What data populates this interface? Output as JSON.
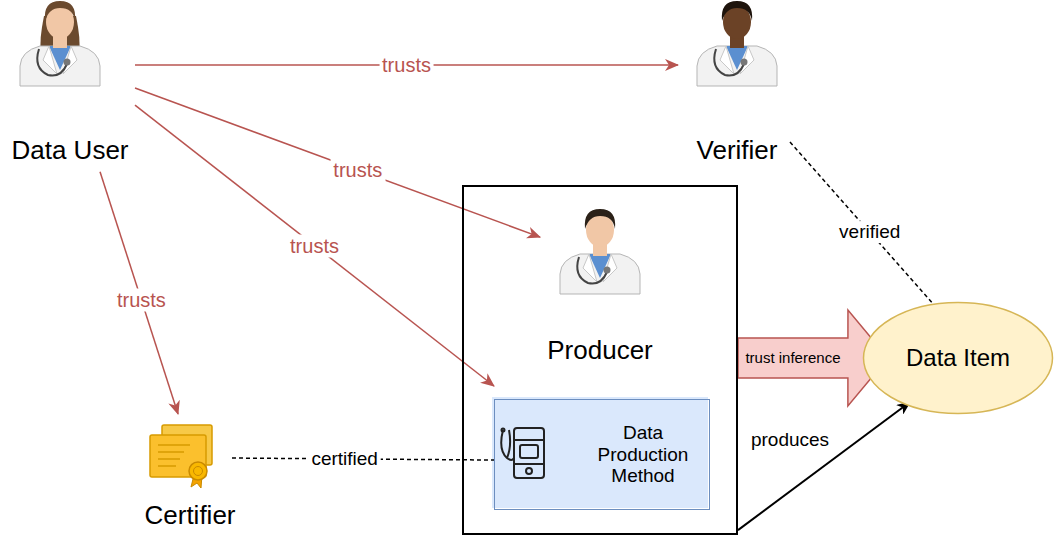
{
  "diagram": {
    "nodes": [
      {
        "text": [
          "Data User"
        ]
      },
      {
        "text": [
          "Verifier"
        ]
      },
      {
        "text": [
          "Producer"
        ]
      },
      {
        "text": [
          "Data Production Method"
        ],
        "in": 2
      },
      {
        "text": [
          "Certifier"
        ]
      },
      {
        "text": [
          "Data Item"
        ]
      }
    ],
    "edges": [
      {
        "from": 0,
        "to": 1,
        "label": "trusts",
        "arrow": "to"
      },
      {
        "from": 0,
        "to": 2,
        "label": "trusts",
        "arrow": "to"
      },
      {
        "from": 0,
        "to": 3,
        "label": "trusts",
        "arrow": "to"
      },
      {
        "from": 0,
        "to": 4,
        "label": "trusts",
        "arrow": "to"
      },
      {
        "from": 1,
        "to": 5,
        "label": "verified",
        "arrow": "none"
      },
      {
        "from": 4,
        "to": 3,
        "label": "certified",
        "arrow": "none"
      },
      {
        "from": 2,
        "to": 5,
        "label": "produces",
        "arrow": "to"
      },
      {
        "from": 2,
        "to": 5,
        "label": "trust inference",
        "arrow": "to"
      }
    ]
  }
}
